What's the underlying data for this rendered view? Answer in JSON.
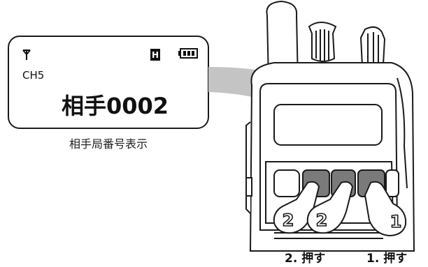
{
  "lcd": {
    "channel": "CH5",
    "station_id": "相手0002",
    "h_indicator": "H",
    "icons": [
      "antenna-icon",
      "h-power-icon",
      "battery-icon"
    ]
  },
  "caption": "相手局番号表示",
  "steps": {
    "step2": {
      "marker": "2",
      "label": "2. 押す"
    },
    "step1": {
      "marker": "1",
      "label": "1. 押す"
    }
  },
  "colors": {
    "outline": "#1a1a1a",
    "button_fill": "#7a7a7a",
    "callout": "#c4c4c4"
  }
}
